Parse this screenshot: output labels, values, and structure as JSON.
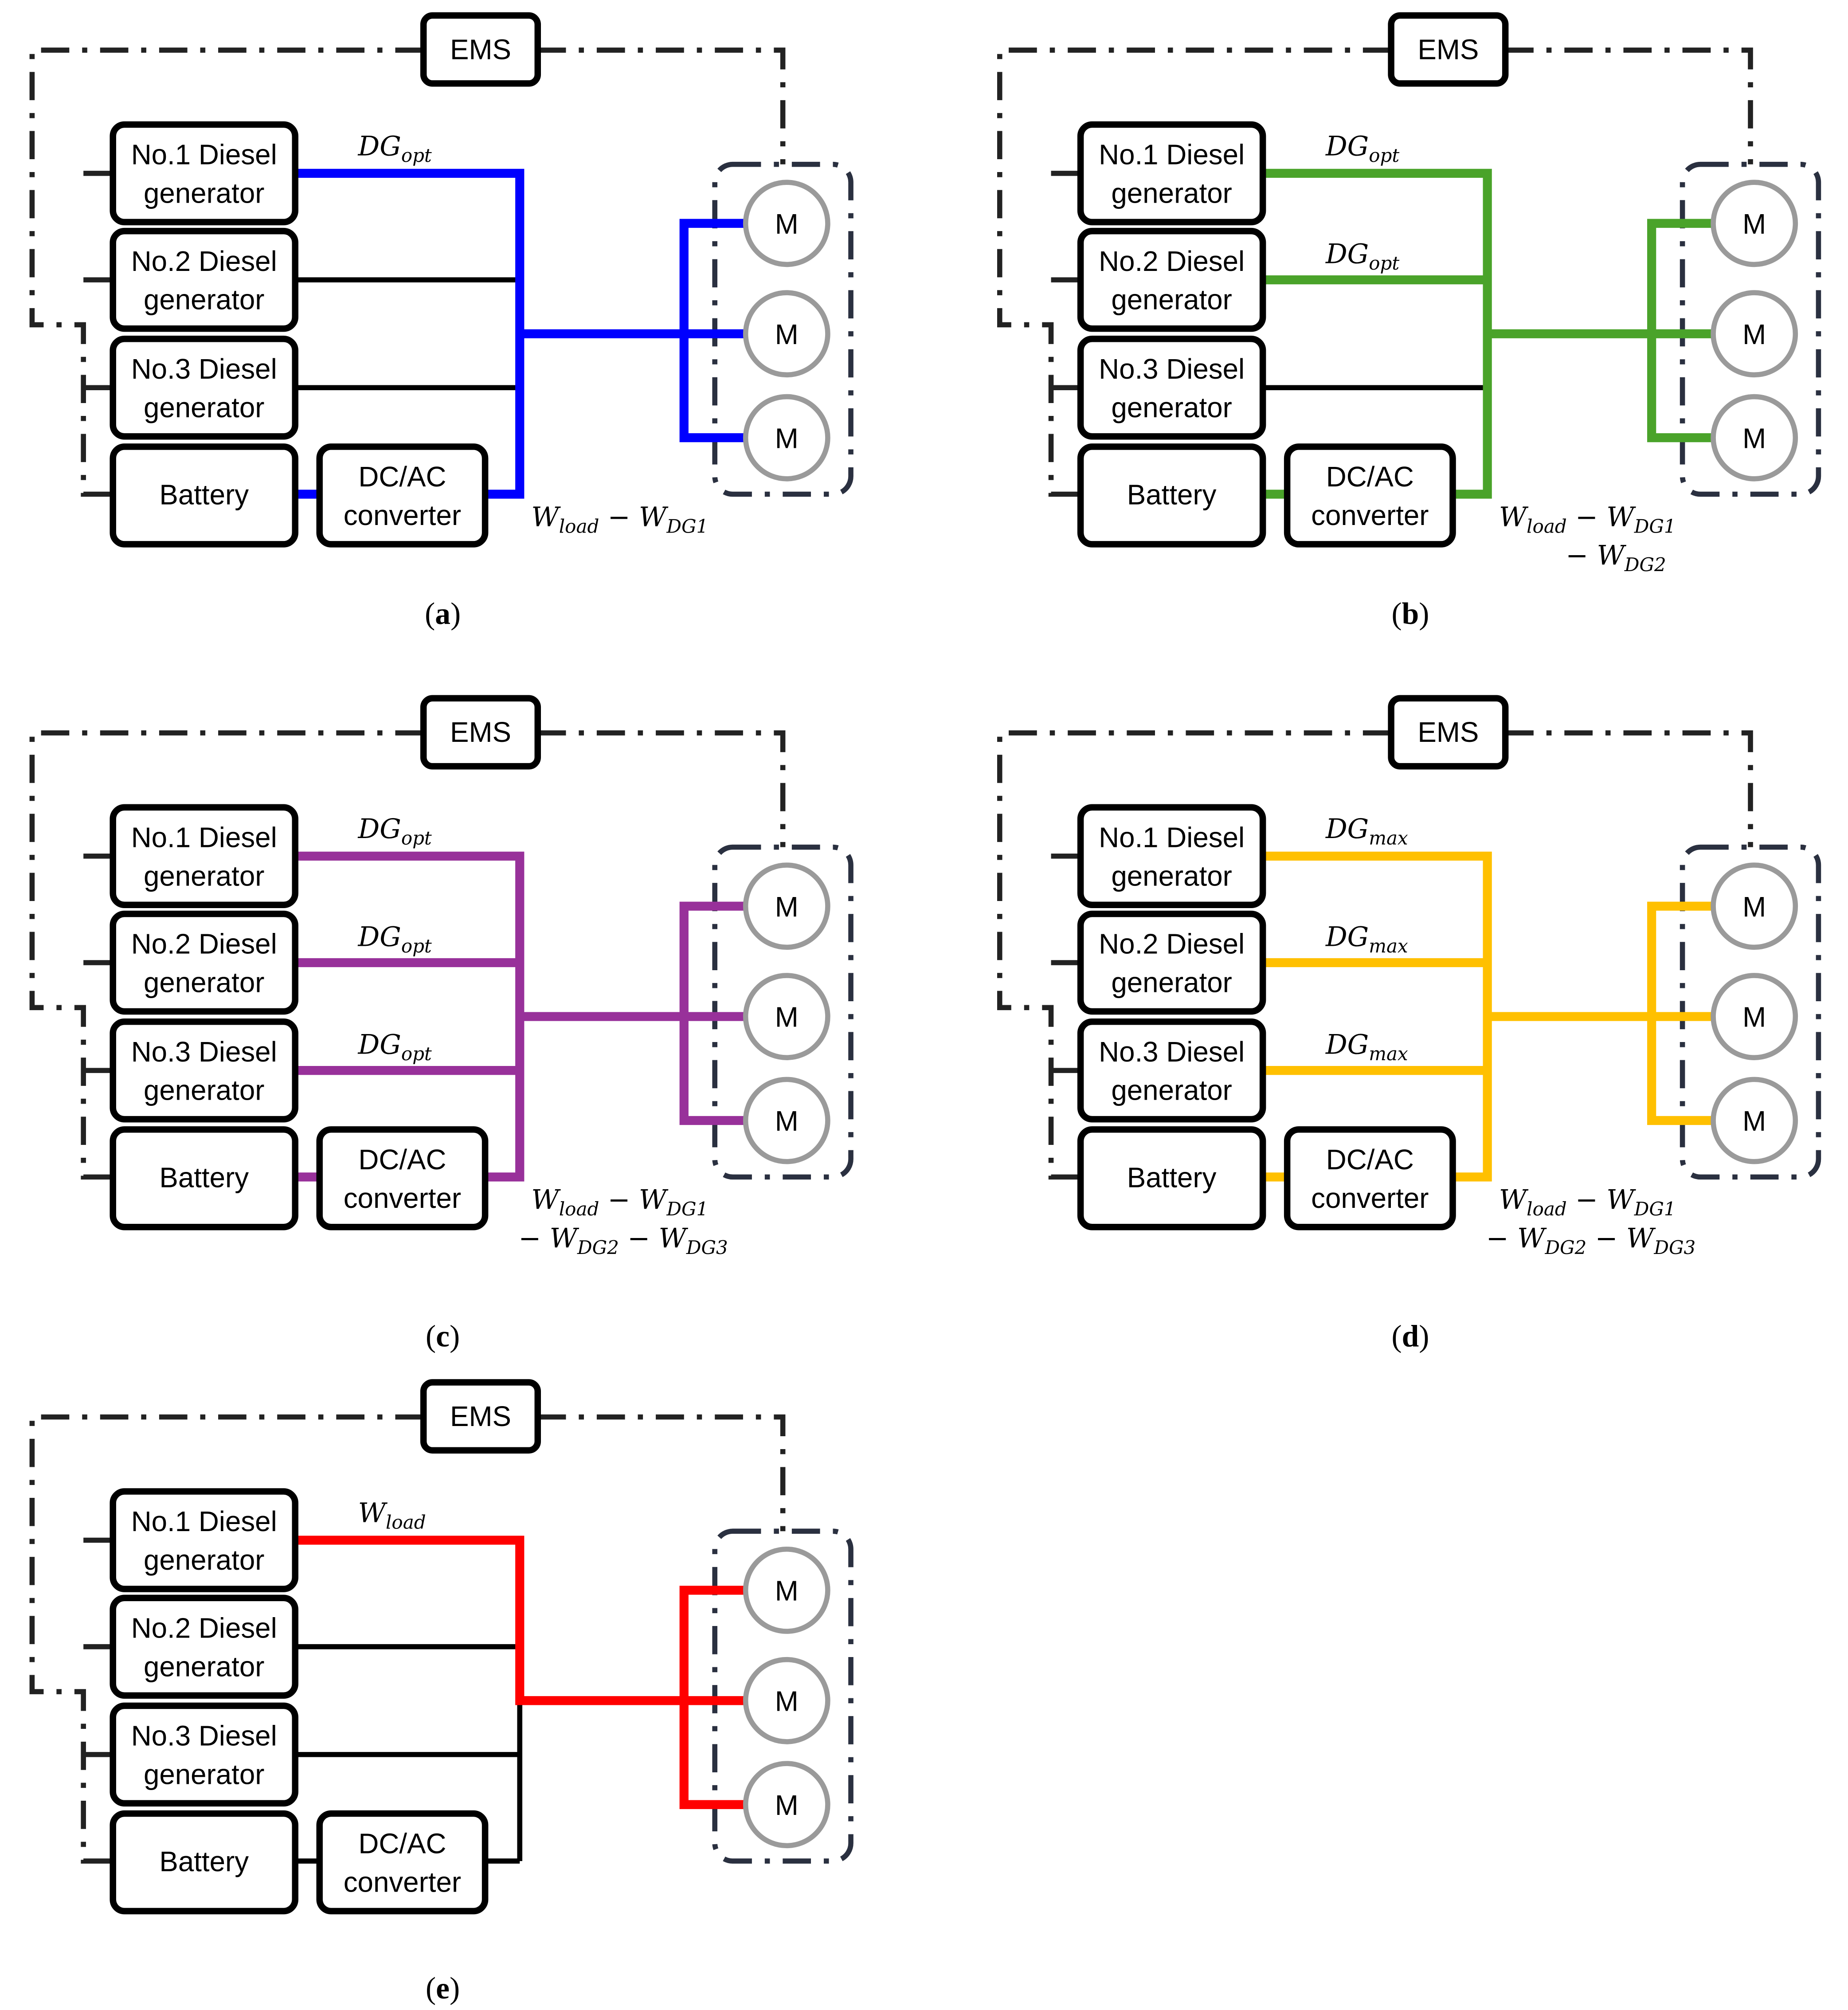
{
  "labels": {
    "ems": "EMS",
    "dg1": [
      "No.1 Diesel",
      "generator"
    ],
    "dg2": [
      "No.2 Diesel",
      "generator"
    ],
    "dg3": [
      "No.3 Diesel",
      "generator"
    ],
    "battery": "Battery",
    "converter": [
      "DC/AC",
      "converter"
    ],
    "motor": "M"
  },
  "panels": [
    {
      "id": "a",
      "caption": [
        "(",
        "a",
        ")"
      ],
      "color": "#0000ff",
      "active": {
        "dg1": true,
        "dg2": false,
        "dg3": false,
        "battery": true
      },
      "power": {
        "dg1": [
          "DG",
          "opt"
        ],
        "dg2": null,
        "dg3": null,
        "battery_line1": [
          [
            "W",
            "load"
          ],
          [
            " − ",
            ""
          ],
          [
            "W",
            "DG1"
          ]
        ],
        "battery_line2": null
      }
    },
    {
      "id": "b",
      "caption": [
        "(",
        "b",
        ")"
      ],
      "color": "#4aa32a",
      "active": {
        "dg1": true,
        "dg2": true,
        "dg3": false,
        "battery": true
      },
      "power": {
        "dg1": [
          "DG",
          "opt"
        ],
        "dg2": [
          "DG",
          "opt"
        ],
        "dg3": null,
        "battery_line1": [
          [
            "W",
            "load"
          ],
          [
            " − ",
            ""
          ],
          [
            "W",
            "DG1"
          ]
        ],
        "battery_line2": [
          [
            " − ",
            ""
          ],
          [
            "W",
            "DG2"
          ]
        ]
      }
    },
    {
      "id": "c",
      "caption": [
        "(",
        "c",
        ")"
      ],
      "color": "#98319a",
      "active": {
        "dg1": true,
        "dg2": true,
        "dg3": true,
        "battery": true
      },
      "power": {
        "dg1": [
          "DG",
          "opt"
        ],
        "dg2": [
          "DG",
          "opt"
        ],
        "dg3": [
          "DG",
          "opt"
        ],
        "battery_line1": [
          [
            "W",
            "load"
          ],
          [
            " − ",
            ""
          ],
          [
            "W",
            "DG1"
          ]
        ],
        "battery_line2": [
          [
            "− ",
            ""
          ],
          [
            "W",
            "DG2"
          ],
          [
            " − ",
            ""
          ],
          [
            "W",
            "DG3"
          ]
        ]
      }
    },
    {
      "id": "d",
      "caption": [
        "(",
        "d",
        ")"
      ],
      "color": "#ffc000",
      "active": {
        "dg1": true,
        "dg2": true,
        "dg3": true,
        "battery": true
      },
      "power": {
        "dg1": [
          "DG",
          "max"
        ],
        "dg2": [
          "DG",
          "max"
        ],
        "dg3": [
          "DG",
          "max"
        ],
        "battery_line1": [
          [
            "W",
            "load"
          ],
          [
            " − ",
            ""
          ],
          [
            "W",
            "DG1"
          ]
        ],
        "battery_line2": [
          [
            "− ",
            ""
          ],
          [
            "W",
            "DG2"
          ],
          [
            " − ",
            ""
          ],
          [
            "W",
            "DG3"
          ]
        ]
      }
    },
    {
      "id": "e",
      "caption": [
        "(",
        "e",
        ")"
      ],
      "color": "#ff0000",
      "active": {
        "dg1": true,
        "dg2": false,
        "dg3": false,
        "battery": false
      },
      "power": {
        "dg1": [
          "W",
          "load"
        ],
        "dg2": null,
        "dg3": null,
        "battery_line1": null,
        "battery_line2": null
      }
    }
  ]
}
